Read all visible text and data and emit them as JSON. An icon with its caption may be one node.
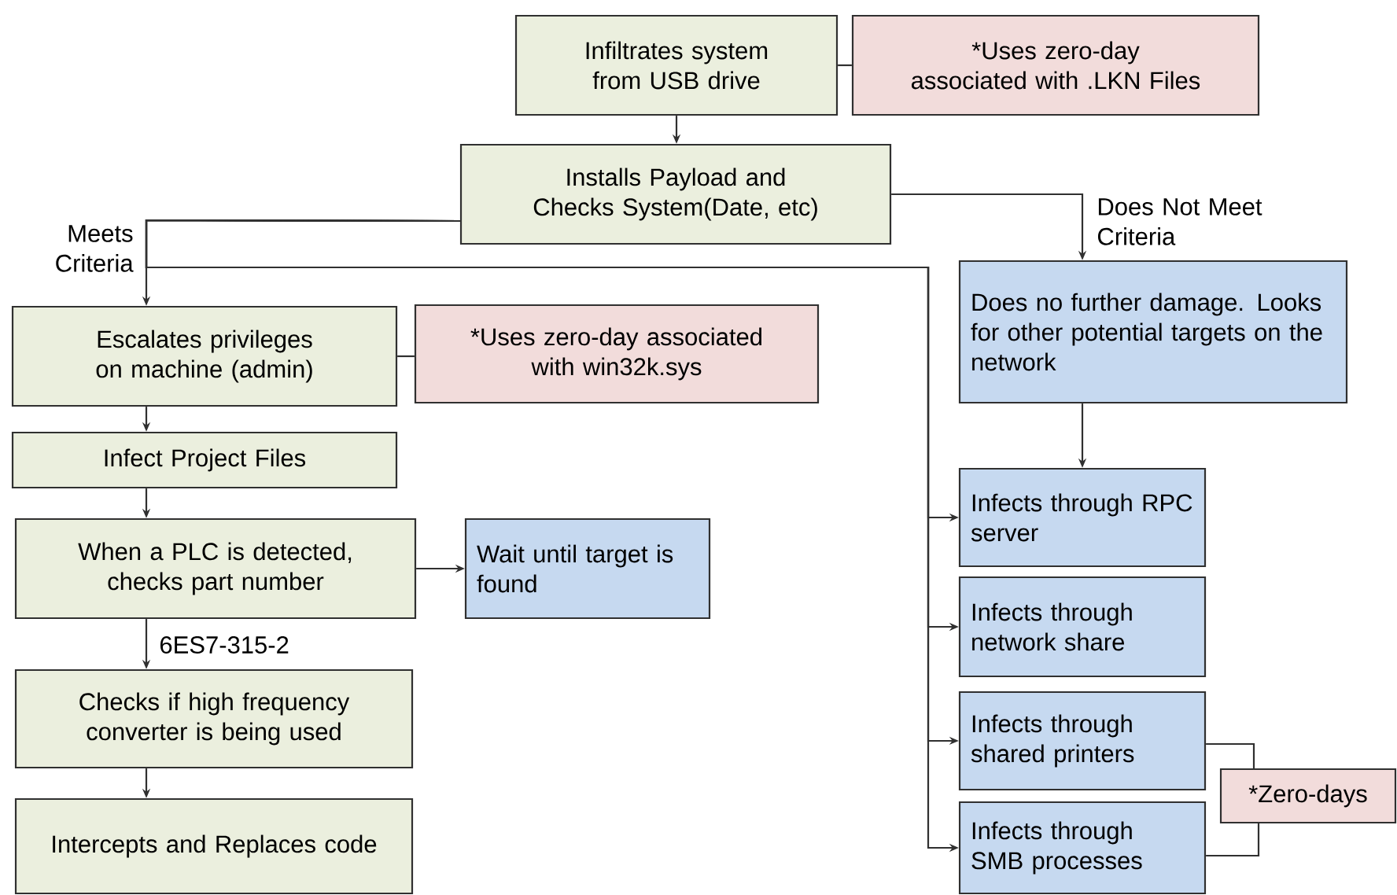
{
  "diagram": {
    "nodes": [
      {
        "text": [
          "Infiltrates system from USB drive"
        ]
      },
      {
        "text": [
          "*Uses zero-day associated with .LKN Files"
        ]
      },
      {
        "text": [
          "Installs Payload and Checks System(Date, etc)"
        ]
      },
      {
        "text": [
          "Escalates privileges on machine (admin)"
        ]
      },
      {
        "text": [
          "*Uses zero-day associated with win32k.sys"
        ]
      },
      {
        "text": [
          "Does no further damage. Looks for other potential targets on the network"
        ]
      },
      {
        "text": [
          "Infect Project Files"
        ]
      },
      {
        "text": [
          "When a PLC is detected, checks part number"
        ]
      },
      {
        "text": [
          "Wait until target is found"
        ]
      },
      {
        "text": [
          "Checks if high frequency converter is being used"
        ]
      },
      {
        "text": [
          "Intercepts and Replaces code"
        ]
      },
      {
        "text": [
          "Infects through RPC server"
        ]
      },
      {
        "text": [
          "Infects through network share"
        ]
      },
      {
        "text": [
          "Infects through shared printers"
        ]
      },
      {
        "text": [
          "Infects through SMB processes"
        ]
      },
      {
        "text": [
          "*Zero-days"
        ]
      }
    ],
    "edges": [
      {
        "from": 0,
        "to": 1,
        "arrow": "none"
      },
      {
        "from": 0,
        "to": 2,
        "arrow": "to"
      },
      {
        "from": 2,
        "to": 3,
        "arrow": "to",
        "label": "Meets Criteria"
      },
      {
        "from": 2,
        "to": 5,
        "arrow": "to",
        "label": "Does Not Meet Criteria"
      },
      {
        "from": 3,
        "to": 4,
        "arrow": "none"
      },
      {
        "from": 3,
        "to": 6,
        "arrow": "to"
      },
      {
        "from": 6,
        "to": 7,
        "arrow": "to"
      },
      {
        "from": 7,
        "to": 8,
        "arrow": "to"
      },
      {
        "from": 7,
        "to": 9,
        "arrow": "to",
        "label": "6ES7-315-2"
      },
      {
        "from": 9,
        "to": 10,
        "arrow": "to"
      },
      {
        "from": 5,
        "to": 11,
        "arrow": "to"
      },
      {
        "from": 2,
        "to": 11,
        "arrow": "to"
      },
      {
        "from": 2,
        "to": 12,
        "arrow": "to"
      },
      {
        "from": 2,
        "to": 13,
        "arrow": "to"
      },
      {
        "from": 2,
        "to": 14,
        "arrow": "to"
      },
      {
        "from": 13,
        "to": 15,
        "arrow": "none"
      },
      {
        "from": 14,
        "to": 15,
        "arrow": "none"
      }
    ]
  }
}
